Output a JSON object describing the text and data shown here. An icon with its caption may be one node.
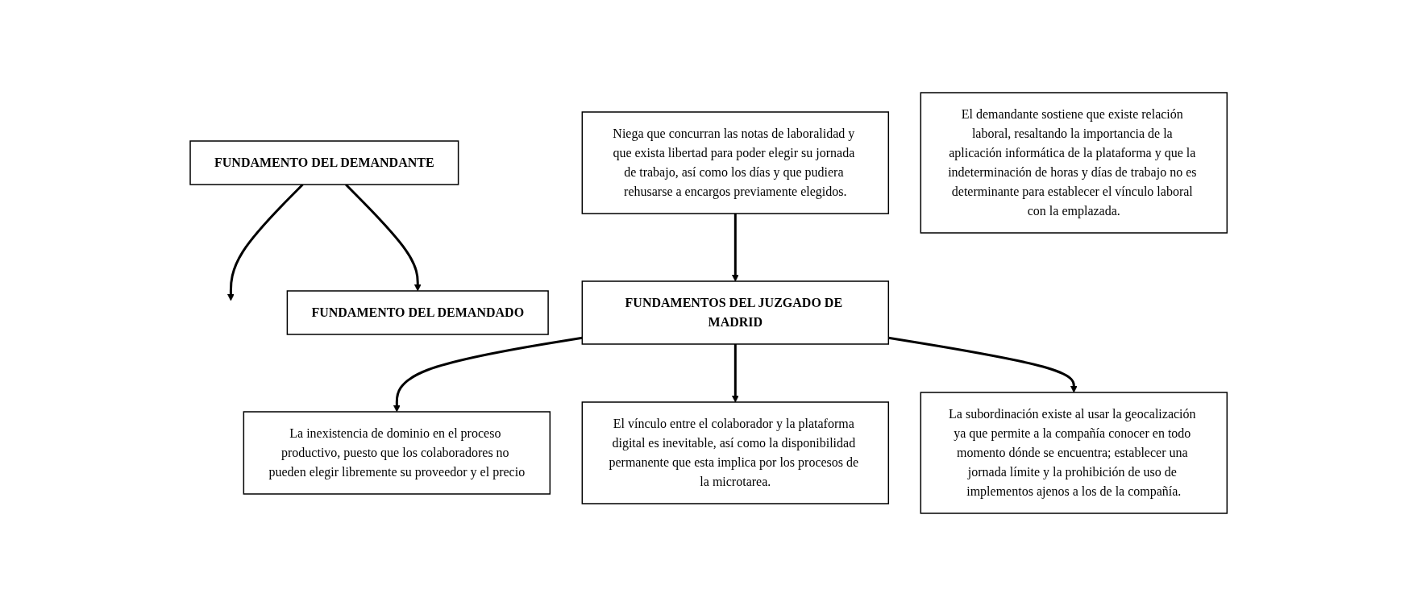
{
  "diagram": {
    "nodes": [
      {
        "text": [
          "FUNDAMENTO DEL DEMANDANTE"
        ]
      },
      {
        "text": [
          "El demandante sostiene que existe relación laboral, resaltando la importancia de la aplicación informática de la plataforma y que la indeterminación de horas y días de trabajo no es determinante para establecer el vínculo laboral con la emplazada."
        ]
      },
      {
        "text": [
          "FUNDAMENTO DEL DEMANDADO"
        ]
      },
      {
        "text": [
          "Niega que concurran las notas de laboralidad y que exista libertad para poder elegir su jornada de trabajo, así como los días y que pudiera rehusarse a encargos previamente elegidos."
        ]
      },
      {
        "text": [
          "FUNDAMENTOS DEL JUZGADO DE MADRID"
        ]
      },
      {
        "text": [
          "La inexistencia de dominio en el proceso productivo, puesto que los colaboradores no pueden elegir libremente su proveedor y el precio"
        ]
      },
      {
        "text": [
          "El vínculo entre el colaborador y la plataforma digital es inevitable, así como la disponibilidad permanente que esta implica por los procesos de la microtarea."
        ]
      },
      {
        "text": [
          "La subordinación existe al usar la geocalización ya que permite a la compañía conocer en todo momento dónde se encuentra; establecer una jornada límite y la prohibición de uso de implementos ajenos a los de la compañía."
        ]
      }
    ],
    "edges": [
      {
        "from": 0,
        "to": null,
        "arrow": "to"
      },
      {
        "from": 0,
        "to": 2,
        "arrow": "to"
      },
      {
        "from": 3,
        "to": 4,
        "arrow": "to"
      },
      {
        "from": 4,
        "to": 5,
        "arrow": "to"
      },
      {
        "from": 4,
        "to": 6,
        "arrow": "to"
      },
      {
        "from": 4,
        "to": 7,
        "arrow": "to"
      }
    ]
  }
}
